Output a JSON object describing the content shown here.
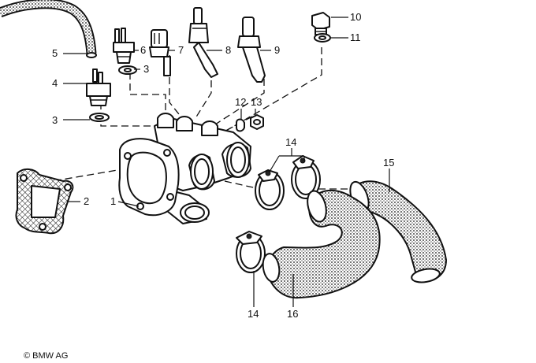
{
  "callouts": [
    {
      "id": "c1",
      "label": "1"
    },
    {
      "id": "c2",
      "label": "2"
    },
    {
      "id": "c3a",
      "label": "3"
    },
    {
      "id": "c3b",
      "label": "3"
    },
    {
      "id": "c4",
      "label": "4"
    },
    {
      "id": "c5",
      "label": "5"
    },
    {
      "id": "c6",
      "label": "6"
    },
    {
      "id": "c7",
      "label": "7"
    },
    {
      "id": "c8",
      "label": "8"
    },
    {
      "id": "c9",
      "label": "9"
    },
    {
      "id": "c10",
      "label": "10"
    },
    {
      "id": "c11",
      "label": "11"
    },
    {
      "id": "c12",
      "label": "12"
    },
    {
      "id": "c13",
      "label": "13"
    },
    {
      "id": "c14a",
      "label": "14"
    },
    {
      "id": "c14b",
      "label": "14"
    },
    {
      "id": "c15",
      "label": "15"
    },
    {
      "id": "c16",
      "label": "16"
    }
  ],
  "copyright": "© BMW AG"
}
